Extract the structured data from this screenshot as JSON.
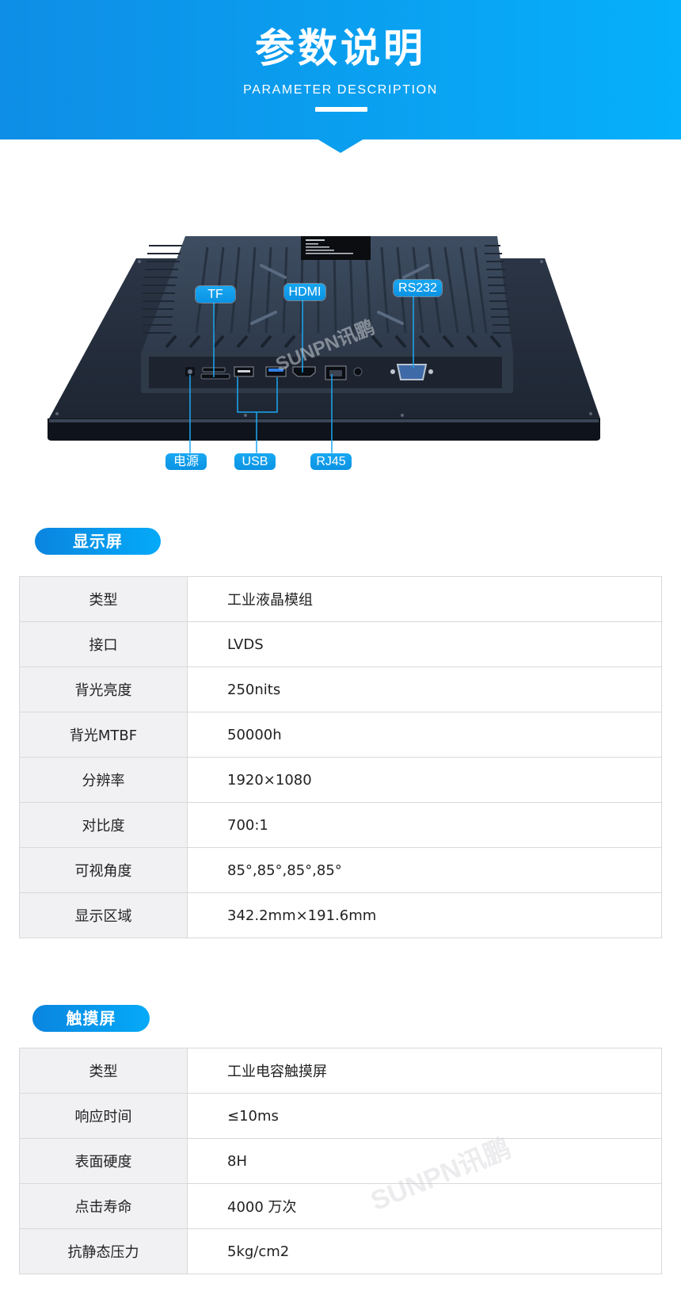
{
  "header": {
    "title": "参数说明",
    "subtitle": "PARAMETER DESCRIPTION",
    "gradient_start": "#0e8ee6",
    "gradient_end": "#06b0fb"
  },
  "device_image": {
    "description": "Rear view of industrial panel PC showing I/O ports",
    "callouts_top": [
      "TF",
      "HDMI",
      "RS232"
    ],
    "callouts_bottom": [
      "电源",
      "USB",
      "RJ45"
    ],
    "watermark": "SUNPN讯鹏",
    "callout_color": "#1aa8f2"
  },
  "sections": [
    {
      "title": "显示屏",
      "rows": [
        {
          "key": "类型",
          "value": "工业液晶模组"
        },
        {
          "key": "接口",
          "value": "LVDS"
        },
        {
          "key": "背光亮度",
          "value": "250nits"
        },
        {
          "key": "背光MTBF",
          "value": "50000h"
        },
        {
          "key": "分辨率",
          "value": "1920×1080"
        },
        {
          "key": "对比度",
          "value": "700:1"
        },
        {
          "key": "可视角度",
          "value": "85°,85°,85°,85°"
        },
        {
          "key": "显示区域",
          "value": "342.2mm×191.6mm"
        }
      ]
    },
    {
      "title": "触摸屏",
      "rows": [
        {
          "key": "类型",
          "value": "工业电容触摸屏"
        },
        {
          "key": "响应时间",
          "value": "≤10ms"
        },
        {
          "key": "表面硬度",
          "value": "8H"
        },
        {
          "key": "点击寿命",
          "value": "4000 万次"
        },
        {
          "key": "抗静态压力",
          "value": "5kg/cm2"
        }
      ]
    }
  ],
  "watermark_text": "SUNPN讯鹏"
}
